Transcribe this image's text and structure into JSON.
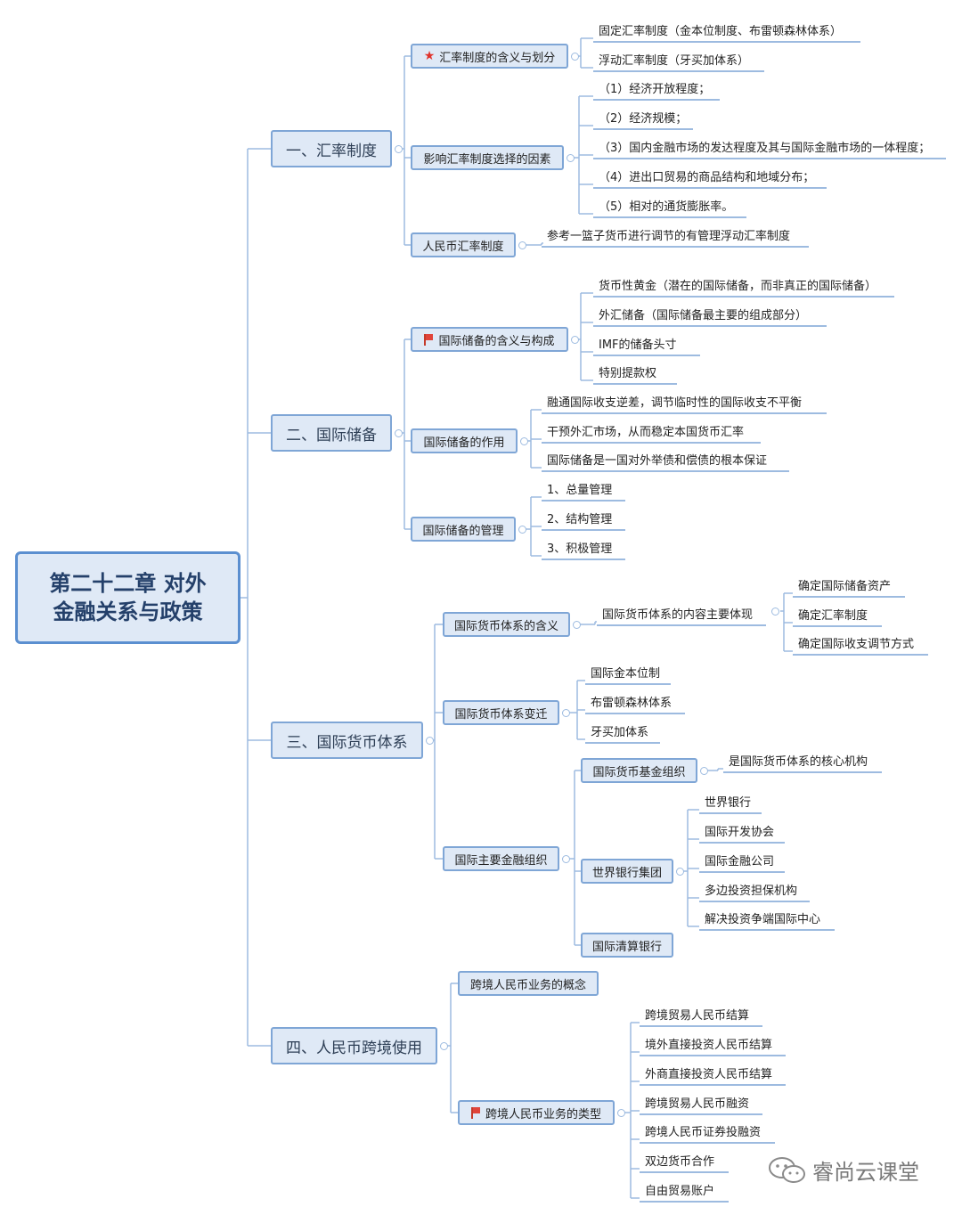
{
  "root": {
    "line1": "第二十二章 对外",
    "line2": "金融关系与政策"
  },
  "watermark": "睿尚云课堂",
  "nodes": {
    "s1": "一、汇率制度",
    "s1a": "汇率制度的含义与划分",
    "s1a1": "固定汇率制度（金本位制度、布雷顿森林体系）",
    "s1a2": "浮动汇率制度（牙买加体系）",
    "s1b": "影响汇率制度选择的因素",
    "s1b1": "（1）经济开放程度；",
    "s1b2": "（2）经济规模；",
    "s1b3": "（3）国内金融市场的发达程度及其与国际金融市场的一体程度；",
    "s1b4": "（4）进出口贸易的商品结构和地域分布；",
    "s1b5": "（5）相对的通货膨胀率。",
    "s1c": "人民币汇率制度",
    "s1c1": "参考一篮子货币进行调节的有管理浮动汇率制度",
    "s2": "二、国际储备",
    "s2a": "国际储备的含义与构成",
    "s2a1": "货币性黄金（潜在的国际储备，而非真正的国际储备）",
    "s2a2": "外汇储备（国际储备最主要的组成部分）",
    "s2a3": "IMF的储备头寸",
    "s2a4": "特别提款权",
    "s2b": "国际储备的作用",
    "s2b1": "融通国际收支逆差，调节临时性的国际收支不平衡",
    "s2b2": "干预外汇市场，从而稳定本国货币汇率",
    "s2b3": "国际储备是一国对外举债和偿债的根本保证",
    "s2c": "国际储备的管理",
    "s2c1": "1、总量管理",
    "s2c2": "2、结构管理",
    "s2c3": "3、积极管理",
    "s3": "三、国际货币体系",
    "s3a": "国际货币体系的含义",
    "s3a1": "国际货币体系的内容主要体现",
    "s3a1a": "确定国际储备资产",
    "s3a1b": "确定汇率制度",
    "s3a1c": "确定国际收支调节方式",
    "s3b": "国际货币体系变迁",
    "s3b1": "国际金本位制",
    "s3b2": "布雷顿森林体系",
    "s3b3": "牙买加体系",
    "s3c": "国际主要金融组织",
    "s3c1": "国际货币基金组织",
    "s3c1a": "是国际货币体系的核心机构",
    "s3c2": "世界银行集团",
    "s3c2a": "世界银行",
    "s3c2b": "国际开发协会",
    "s3c2c": "国际金融公司",
    "s3c2d": "多边投资担保机构",
    "s3c2e": "解决投资争端国际中心",
    "s3c3": "国际清算银行",
    "s4": "四、人民币跨境使用",
    "s4a": "跨境人民币业务的概念",
    "s4b": "跨境人民币业务的类型",
    "s4b1": "跨境贸易人民币结算",
    "s4b2": "境外直接投资人民币结算",
    "s4b3": "外商直接投资人民币结算",
    "s4b4": "跨境贸易人民币融资",
    "s4b5": "跨境人民币证券投融资",
    "s4b6": "双边货币合作",
    "s4b7": "自由贸易账户"
  }
}
